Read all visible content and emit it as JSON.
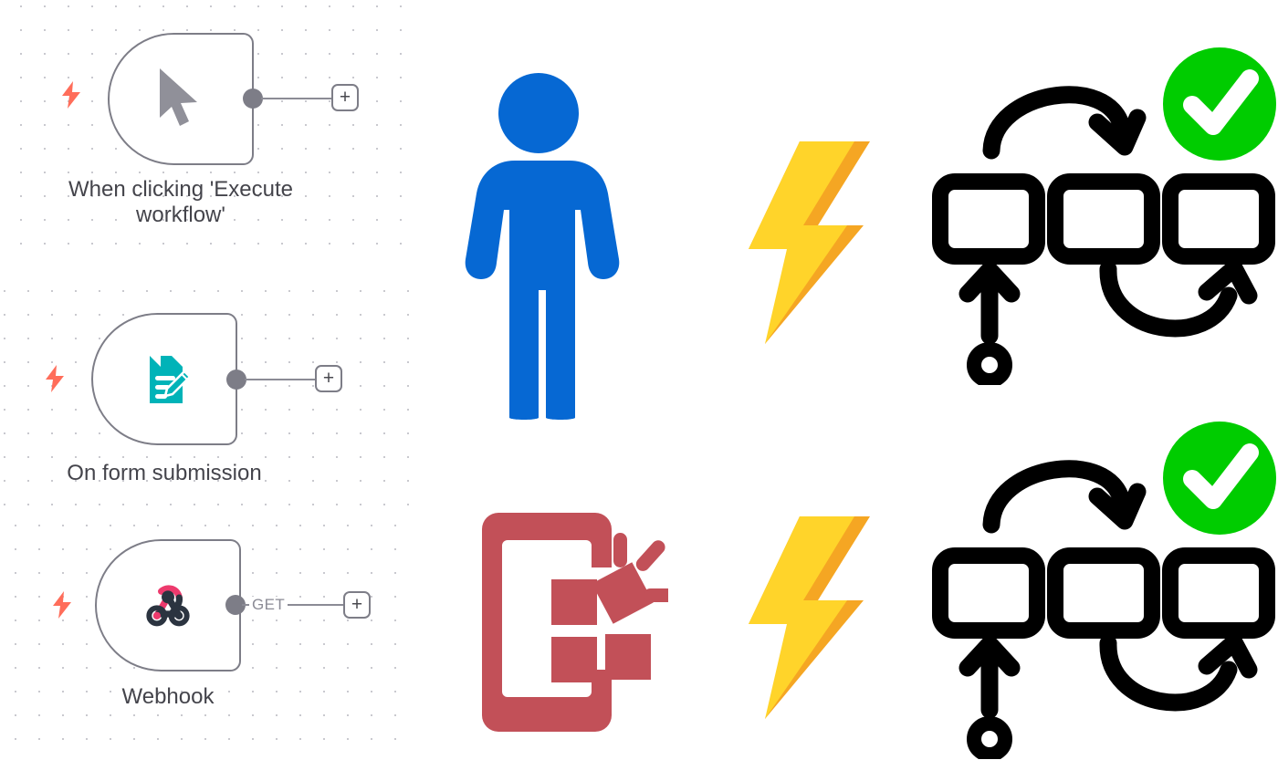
{
  "canvas": {
    "background_color": "#ffffff",
    "dot_color": "#c9c9cf",
    "node_border_color": "#7d7d87",
    "label_color": "#44444b",
    "trigger_bolt_color": "#ff6d5a"
  },
  "nodes": [
    {
      "id": "manual-trigger",
      "label": "When clicking 'Execute\nworkflow'",
      "icon": "cursor-arrow-icon",
      "icon_color": "#909099",
      "trigger_badge": "lightning-bolt-icon",
      "output_label": "",
      "add_button": "+"
    },
    {
      "id": "form-trigger",
      "label": "On form submission",
      "icon": "form-document-pencil-icon",
      "icon_color": "#00b3b8",
      "trigger_badge": "lightning-bolt-icon",
      "output_label": "",
      "add_button": "+"
    },
    {
      "id": "webhook-trigger",
      "label": "Webhook",
      "icon": "webhook-icon",
      "icon_color": "#ed3a6d",
      "icon_color_secondary": "#2b3440",
      "trigger_badge": "lightning-bolt-icon",
      "output_label": "GET",
      "add_button": "+"
    }
  ],
  "illustrations": [
    {
      "id": "person-pictogram",
      "name": "person-icon",
      "color": "#0668d3",
      "row": 1,
      "column": 1
    },
    {
      "id": "lightning-top",
      "name": "lightning-bolt-icon",
      "color": "#ffd42a",
      "color_shadow": "#f5a623",
      "row": 1,
      "column": 2
    },
    {
      "id": "workflow-top",
      "name": "workflow-process-icon",
      "color": "#000000",
      "check_circle_color": "#00cc00",
      "check_color": "#ffffff",
      "boxes": 3,
      "row": 1,
      "column": 3
    },
    {
      "id": "mobile-app",
      "name": "mobile-app-icon",
      "color": "#c25058",
      "row": 2,
      "column": 1
    },
    {
      "id": "lightning-bottom",
      "name": "lightning-bolt-icon",
      "color": "#ffd42a",
      "color_shadow": "#f5a623",
      "row": 2,
      "column": 2
    },
    {
      "id": "workflow-bottom",
      "name": "workflow-process-icon",
      "color": "#000000",
      "check_circle_color": "#00cc00",
      "check_color": "#ffffff",
      "boxes": 3,
      "row": 2,
      "column": 3
    }
  ]
}
